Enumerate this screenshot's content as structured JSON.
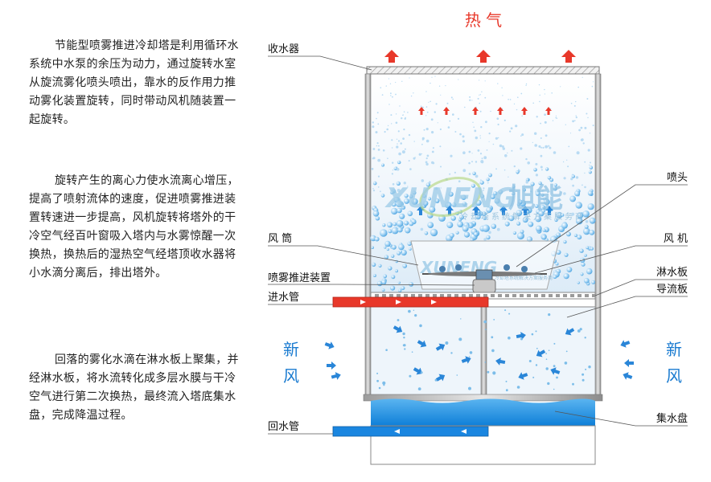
{
  "description_text": [
    "节能型喷雾推进冷却塔是利用循环水系统中水泵的余压为动力，通过旋转水室从旋流雾化喷头喷出，靠水的反作用力推动雾化装置旋转，同时带动风机随装置一起旋转。",
    "旋转产生的离心力使水流离心增压，提高了喷射流体的速度，促进喷雾推进装置转速进一步提高，风机旋转将塔外的干冷空气经百叶窗吸入塔内与水雾惊醒一次换热，换热后的湿热空气经塔顶收水器将小水滴分离后，排出塔外。",
    "回落的雾化水滴在淋水板上聚集，并经淋水板，将水流转化成多层水膜与干冷空气进行第二次换热，最终流入塔底集水盘，完成降温过程。"
  ],
  "diagram": {
    "top_label": "热 气",
    "left_side_label": [
      "新",
      "风"
    ],
    "right_side_label": [
      "新",
      "风"
    ],
    "callouts": {
      "water_collector": "收水器",
      "fan_duct": "风 筒",
      "spray_propulsion": "喷雾推进装置",
      "inlet_pipe": "进水管",
      "return_pipe": "回水管",
      "nozzle": "喷头",
      "fan": "风 机",
      "fill_plate": "淋水板",
      "guide_plate": "导流板",
      "basin": "集水盘"
    },
    "watermark": {
      "latin": "XUNENG",
      "chinese": "旭能",
      "sub": "冷却塔系统解决方案服务商",
      "small_latin": "XUNENG",
      "small_sub": "冷却塔系统解决方案服务商"
    },
    "colors": {
      "hot_arrow": "#e8382a",
      "cold_arrow": "#2a86d8",
      "pipe_inlet": "#e8382a",
      "pipe_return": "#1a86e0",
      "basin_water": "#1a8fe6",
      "frame": "#8a8a8a",
      "label_blue": "#1a7bd0"
    }
  }
}
